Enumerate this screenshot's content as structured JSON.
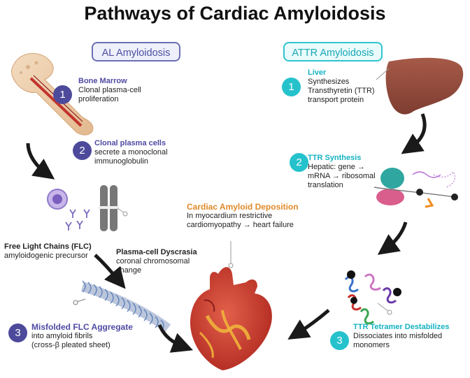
{
  "title": "Pathways of Cardiac Amyloidosis",
  "al": {
    "header": "AL Amyloidosis",
    "step1": {
      "num": "1",
      "title": "Bone Marrow",
      "line1": "Clonal plasma-cell",
      "line2": "proliferation"
    },
    "step2": {
      "num": "2",
      "title": "Clonal plasma cells",
      "line1": "secrete a monoclonal",
      "line2": "immunoglobulin"
    },
    "flc": {
      "title": "Free Light Chains (FLC)",
      "line1": "amyloidogenic precursor"
    },
    "dyscrasia": {
      "title": "Plasma-cell Dyscrasia",
      "line1": "coronal chromosomal",
      "line2": "change"
    },
    "step3": {
      "num": "3",
      "title": "Misfolded FLC Aggregate",
      "line1": "into amyloid fibrils",
      "line2": "(cross-β pleated sheet)"
    }
  },
  "attr": {
    "header": "ATTR Amyloidosis",
    "step1": {
      "num": "1",
      "title": "Liver",
      "line1": "Synthesizes",
      "line2": "Transthyretin (TTR)",
      "line3": "transport protein"
    },
    "step2": {
      "num": "2",
      "title": "TTR Synthesis",
      "line1": "Hepatic: gene →",
      "line2": "mRNA → ribosomal",
      "line3": "translation"
    },
    "step3": {
      "num": "3",
      "title": "TTR Tetramer Destabilizes",
      "line1": "Dissociates into misfolded",
      "line2": "monomers"
    }
  },
  "deposition": {
    "title": "Cardiac Amyloid Deposition",
    "line1": "In myocardium restrictive",
    "line2": "cardiomyopathy → heart failure"
  },
  "colors": {
    "al": "#4d4a9b",
    "attr": "#25c2cc",
    "deposition": "#e08a2a",
    "arrow": "#1a1a1a"
  }
}
